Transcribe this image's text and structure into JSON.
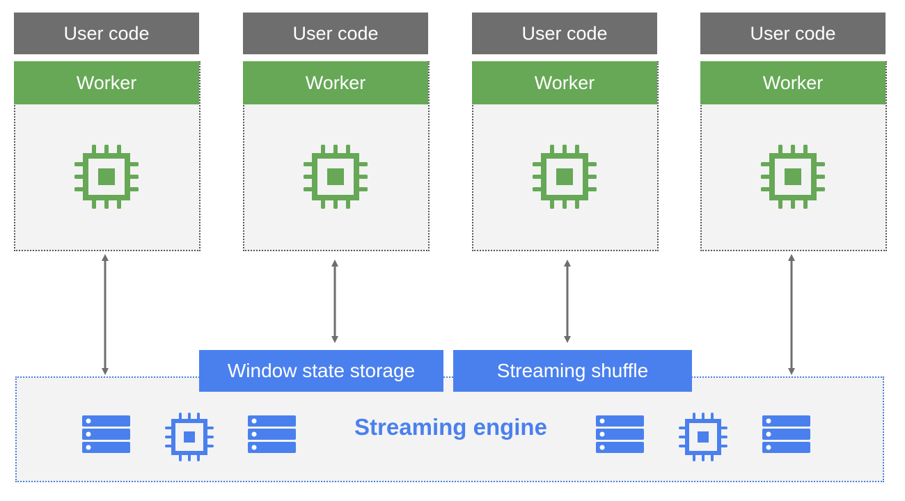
{
  "colors": {
    "user_code_bg": "#6e6e6e",
    "worker_bg": "#66a856",
    "engine_blue": "#4a80ee",
    "panel_bg": "#f3f3f3"
  },
  "workers": [
    {
      "user_code": "User code",
      "label": "Worker",
      "icon": "cpu-chip-icon"
    },
    {
      "user_code": "User code",
      "label": "Worker",
      "icon": "cpu-chip-icon"
    },
    {
      "user_code": "User code",
      "label": "Worker",
      "icon": "cpu-chip-icon"
    },
    {
      "user_code": "User code",
      "label": "Worker",
      "icon": "cpu-chip-icon"
    }
  ],
  "engine": {
    "title": "Streaming engine",
    "window_state_label": "Window state storage",
    "shuffle_label": "Streaming shuffle",
    "icons": [
      "server-icon",
      "cpu-chip-icon",
      "server-icon",
      "server-icon",
      "cpu-chip-icon",
      "server-icon"
    ]
  }
}
